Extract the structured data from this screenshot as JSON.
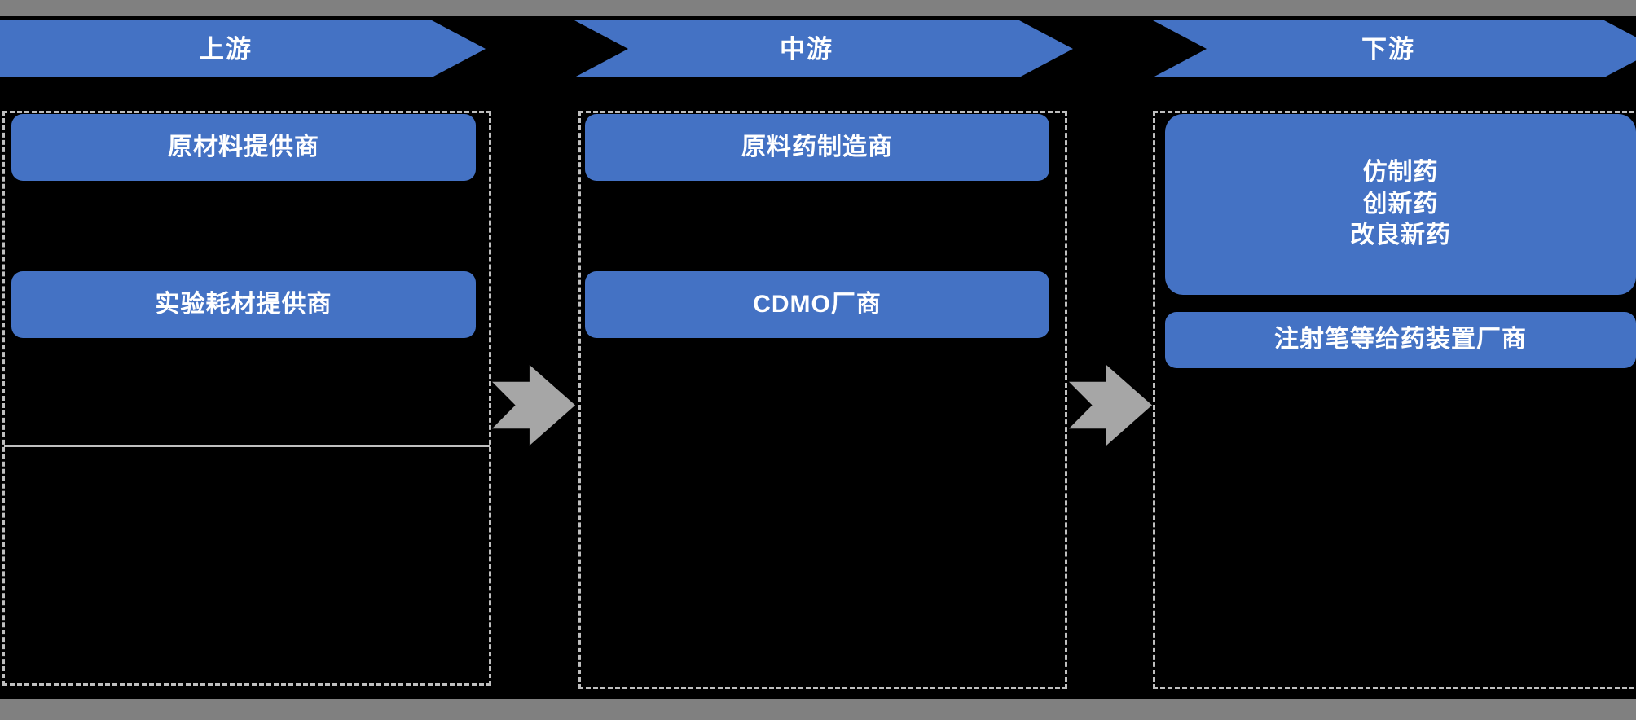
{
  "colors": {
    "background": "#000000",
    "node_blue": "#4472C4",
    "rail_gray": "#808080",
    "dashed_gray": "#BFBFBF",
    "arrow_gray": "#A6A6A6",
    "text_white": "#FFFFFF"
  },
  "tiers": [
    {
      "id": "upstream",
      "header": "上游",
      "nodes": [
        {
          "label": "原材料提供商"
        },
        {
          "label": "实验耗材提供商"
        }
      ]
    },
    {
      "id": "midstream",
      "header": "中游",
      "nodes": [
        {
          "label": "原料药制造商"
        },
        {
          "label": "CDMO厂商"
        }
      ]
    },
    {
      "id": "downstream",
      "header": "下游",
      "nodes": [
        {
          "lines": [
            "仿制药",
            "创新药",
            "改良新药"
          ]
        },
        {
          "label": "注射笔等给药装置厂商"
        }
      ]
    }
  ],
  "downstream_multiline": {
    "line1": "仿制药",
    "line2": "创新药",
    "line3": "改良新药"
  },
  "connectors": [
    {
      "id": "upstream-to-midstream",
      "icon": "right-arrow-icon"
    },
    {
      "id": "midstream-to-downstream",
      "icon": "right-arrow-icon"
    }
  ]
}
